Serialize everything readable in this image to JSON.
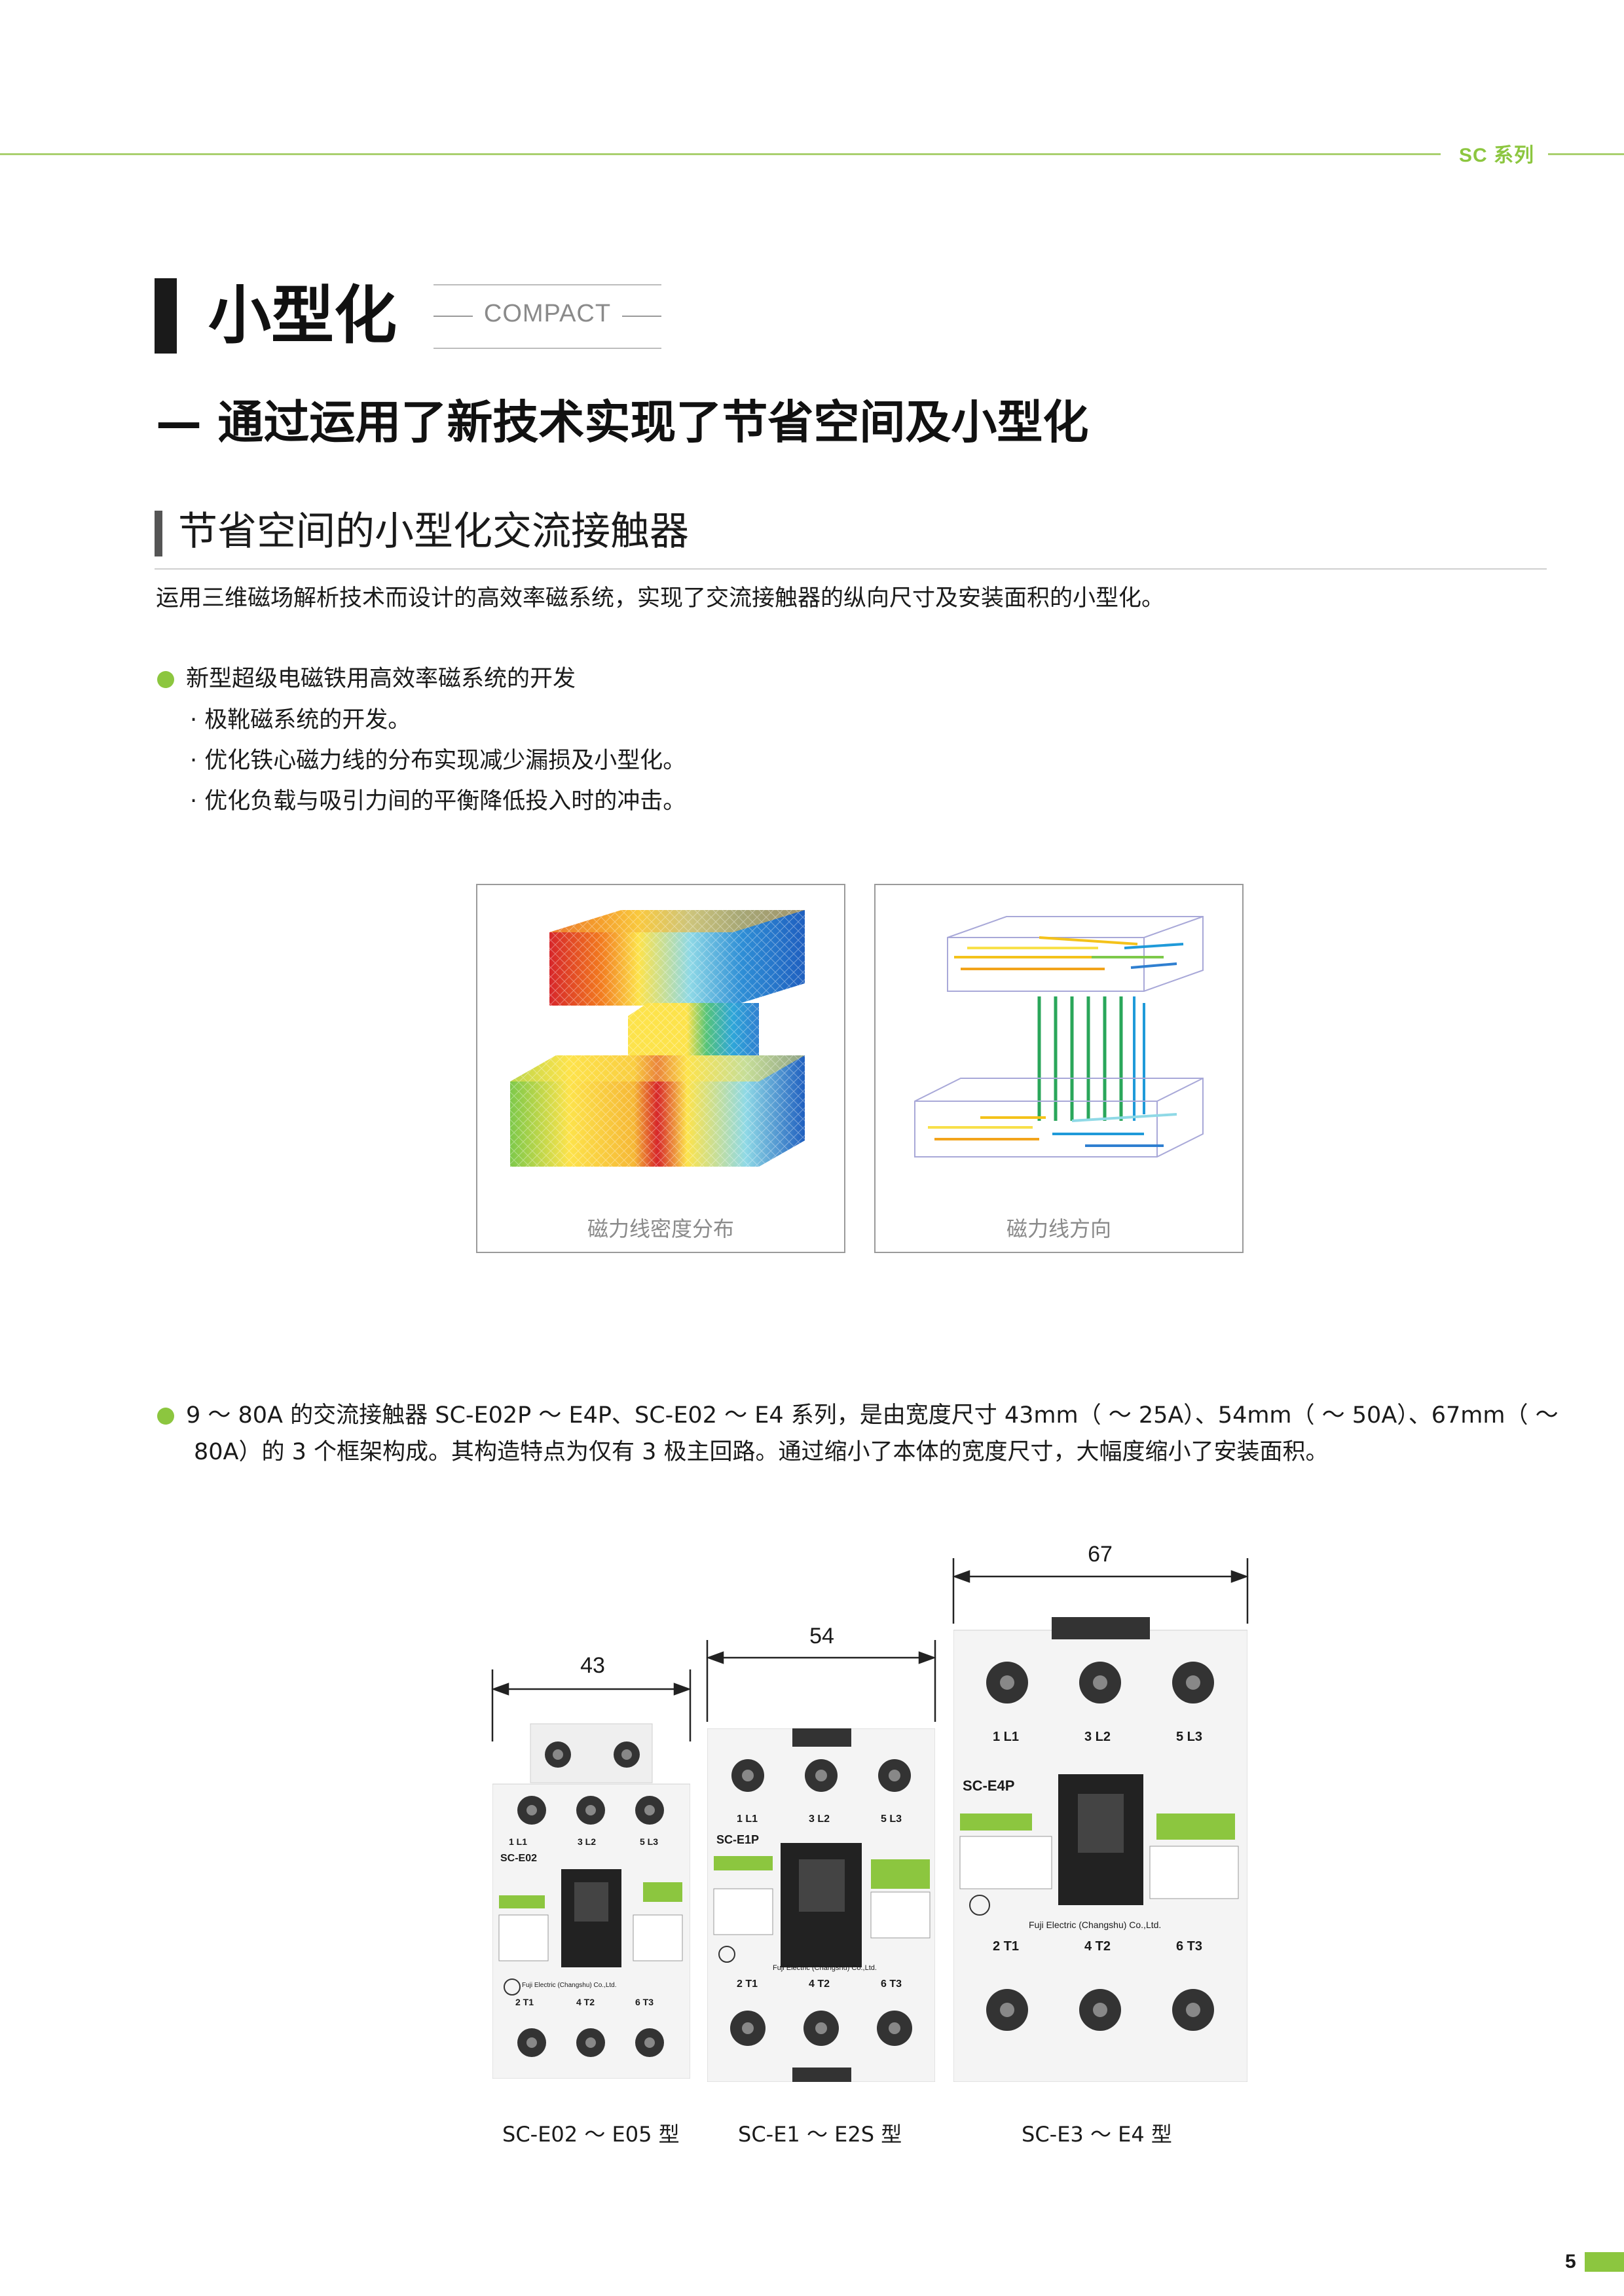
{
  "header": {
    "series": "SC 系列"
  },
  "title": {
    "main": "小型化",
    "tag": "COMPACT",
    "subtitle": "— 通过运用了新技术实现了节省空间及小型化"
  },
  "section": {
    "heading": "节省空间的小型化交流接触器",
    "intro": "运用三维磁场解析技术而设计的高效率磁系统，实现了交流接触器的纵向尺寸及安装面积的小型化。"
  },
  "bullet1": {
    "heading": "新型超级电磁铁用高效率磁系统的开发",
    "items": [
      "· 极靴磁系统的开发。",
      "· 优化铁心磁力线的分布实现减少漏损及小型化。",
      "· 优化负载与吸引力间的平衡降低投入时的冲击。"
    ]
  },
  "figures": {
    "left_caption": "磁力线密度分布",
    "right_caption": "磁力线方向"
  },
  "bullet2": {
    "line1": "9 ～ 80A 的交流接触器 SC-E02P ～ E4P、SC-E02 ～ E4 系列，是由宽度尺寸 43mm（ ～ 25A）、54mm（ ～ 50A）、67mm（ ～",
    "line2": "80A）的 3 个框架构成。其构造特点为仅有 3 极主回路。通过缩小了本体的宽度尺寸，大幅度缩小了安装面积。"
  },
  "products": {
    "small": {
      "width": "43",
      "model": "SC-E02",
      "terms_top": [
        "1 L1",
        "3 L2",
        "5 L3"
      ],
      "terms_bottom": [
        "2 T1",
        "4 T2",
        "6 T3"
      ],
      "maker": "Fuji Electric (Changshu) Co.,Ltd.",
      "caption": "SC-E02 ～ E05 型"
    },
    "medium": {
      "width": "54",
      "model": "SC-E1P",
      "terms_top": [
        "1 L1",
        "3 L2",
        "5 L3"
      ],
      "terms_bottom": [
        "2 T1",
        "4 T2",
        "6 T3"
      ],
      "maker": "Fuji Electric (Changshu) Co.,Ltd.",
      "caption": "SC-E1 ～ E2S 型"
    },
    "large": {
      "width": "67",
      "model": "SC-E4P",
      "terms_top": [
        "1 L1",
        "3 L2",
        "5 L3"
      ],
      "terms_bottom": [
        "2 T1",
        "4 T2",
        "6 T3"
      ],
      "maker": "Fuji Electric (Changshu) Co.,Ltd.",
      "caption": "SC-E3 ～ E4 型"
    }
  },
  "footer": {
    "page": "5"
  },
  "colors": {
    "accent": "#8cc63f",
    "header_rule": "#a9cf6e",
    "caption_gray": "#8a8a8a"
  }
}
